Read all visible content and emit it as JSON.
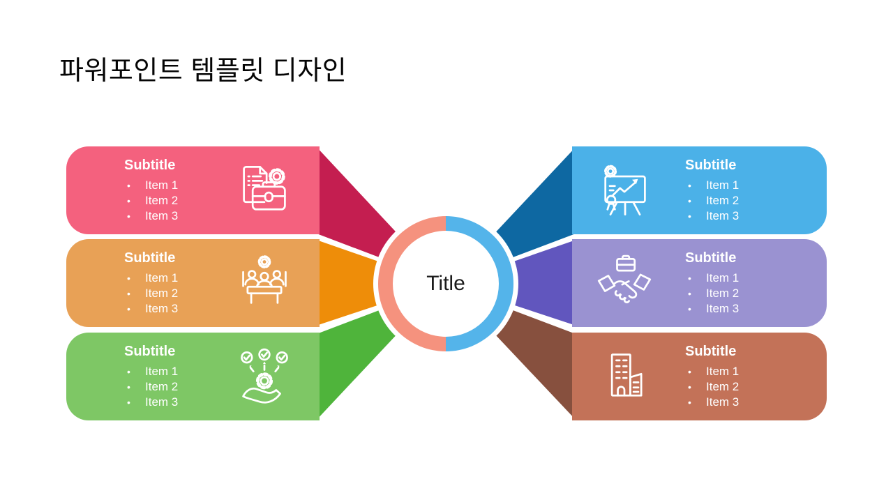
{
  "slide": {
    "heading": "파워포인트 템플릿 디자인",
    "center_title": "Title",
    "bullet": "•",
    "background": "#FFFFFF"
  },
  "ring": {
    "left_color": "#F5927E",
    "right_color": "#54B4EA"
  },
  "blocks": [
    {
      "id": "pink",
      "side": "left",
      "subtitle": "Subtitle",
      "items": [
        "Item 1",
        "Item 2",
        "Item 3"
      ],
      "icon": "briefcase-document-gear-icon",
      "fill": "#F4617E",
      "arrow_fill": "#C41E50"
    },
    {
      "id": "orange",
      "side": "left",
      "subtitle": "Subtitle",
      "items": [
        "Item 1",
        "Item 2",
        "Item 3"
      ],
      "icon": "team-meeting-icon",
      "fill": "#E8A156",
      "arrow_fill": "#EE8D09"
    },
    {
      "id": "green",
      "side": "left",
      "subtitle": "Subtitle",
      "items": [
        "Item 1",
        "Item 2",
        "Item 3"
      ],
      "icon": "hand-gear-checklist-icon",
      "fill": "#7EC765",
      "arrow_fill": "#4FB43B"
    },
    {
      "id": "blue",
      "side": "right",
      "subtitle": "Subtitle",
      "items": [
        "Item 1",
        "Item 2",
        "Item 3"
      ],
      "icon": "presentation-chart-icon",
      "fill": "#4BB1E8",
      "arrow_fill": "#0E68A2"
    },
    {
      "id": "purple",
      "side": "right",
      "subtitle": "Subtitle",
      "items": [
        "Item 1",
        "Item 2",
        "Item 3"
      ],
      "icon": "handshake-briefcase-icon",
      "fill": "#9A92D1",
      "arrow_fill": "#6156BE"
    },
    {
      "id": "brown",
      "side": "right",
      "subtitle": "Subtitle",
      "items": [
        "Item 1",
        "Item 2",
        "Item 3"
      ],
      "icon": "office-building-icon",
      "fill": "#C37258",
      "arrow_fill": "#87503E"
    }
  ]
}
